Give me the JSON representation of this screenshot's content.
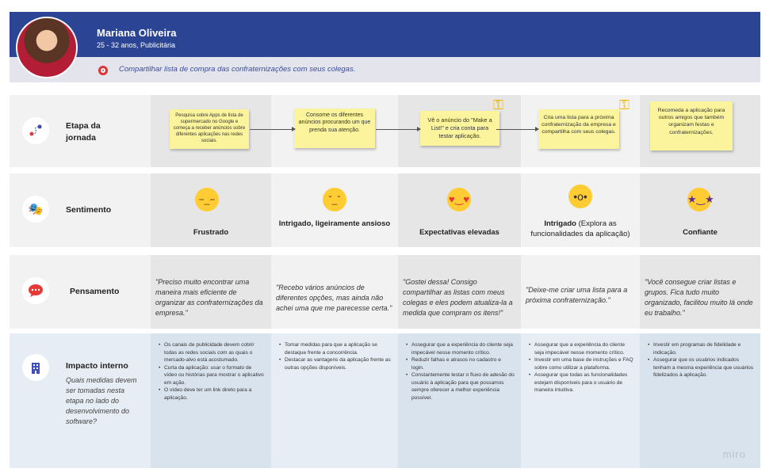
{
  "persona": {
    "name": "Mariana Oliveira",
    "meta": "25 - 32 anos, Publicitária",
    "goal": "Compartilhar lista de compra das confraternizações com seus colegas.",
    "band_color": "#2b4594"
  },
  "rows": {
    "journey": {
      "label_line1": "Etapa da",
      "label_line2": "jornada",
      "icon": "route-map-icon"
    },
    "feeling": {
      "label": "Sentimento",
      "icon": "theater-masks-icon"
    },
    "thought": {
      "label": "Pensamento",
      "icon": "speech-bubble-icon"
    },
    "impact": {
      "label": "Impacto interno",
      "question": "Quais medidas devem ser tomadas nesta etapa no lado do desenvolvimento do software?",
      "icon": "office-building-icon"
    }
  },
  "stages": [
    {
      "sticky": "Pesquisa sobre Apps de lista de supermercado no Google e começa a receber anúncios sobre diferentes aplicações nas redes sociais.",
      "feeling": "Frustrado",
      "feeling_extra": "",
      "emoji": "expressionless-face",
      "thought": "\"Preciso muito encontrar uma maneira mais eficiente de organizar as confraternizações da empresa.\"",
      "impact": [
        "Os canais de publicidade devem cobrir todas as redes sociais com as quais o mercado-alvo está acostumado.",
        "Curta da aplicação: usar o formato de vídeo ou histórias para mostrar o aplicativo em ação.",
        "O vídeo deve ter um link direto para a aplicação."
      ]
    },
    {
      "sticky": "Consome os diferentes anúncios procurando um que prenda sua atenção.",
      "feeling": "Intrigado, ligeiramente ansioso",
      "feeling_extra": "",
      "emoji": "raised-eyebrow-face",
      "thought": "\"Recebo vários anúncios de diferentes opções, mas ainda não achei uma que me parecesse certa.\"",
      "impact": [
        "Tomar medidas para que a aplicação se destaque frente a concorrência.",
        "Destacar as vantagens da aplicação frente as outras opções disponíveis."
      ]
    },
    {
      "sticky": "Vê o anúncio do \"Make a List!\" e cria conta para testar aplicação.",
      "feeling": "Expectativas elevadas",
      "feeling_extra": "",
      "emoji": "heart-eyes-face",
      "thought": "\"Gostei dessa! Consigo compartilhar as listas com meus colegas e eles podem atualiza-la a medida que compram os itens!\"",
      "impact": [
        "Assegurar que a experiência do cliente seja impecável nesse momento crítico.",
        "Reduzir falhas e atrasos no cadastro e login.",
        "Constantemente testar o fluxo de adesão do usuário à aplicação para que possamos sempre oferecer a melhor experiência possível."
      ]
    },
    {
      "sticky": "Cria uma lista para a próxima confraternização da empresa e compartilha com seus colegas.",
      "feeling": "Intrigado",
      "feeling_extra": " (Explora as funcionalidades da aplicação)",
      "emoji": "surprised-face",
      "thought": "\"Deixe-me criar uma lista para a próxima confraternização.\"",
      "impact": [
        "Assegurar que a experiência do cliente seja impecável nesse momento crítico.",
        "Investir em uma base de instruções e FAQ sobre como utilizar a plataforma.",
        "Assegurar que todas as funcionalidades estejam disponíveis para o usuário de maneira intuitiva."
      ]
    },
    {
      "sticky": "Recomeda a aplicação para outros amigos que também organizam festas e confraternizações.",
      "feeling": "Confiante",
      "feeling_extra": "",
      "emoji": "star-struck-face",
      "thought": "\"Você consegue criar listas e grupos. Fica tudo muito organizado, facilitou muito lá onde eu trabalho.\"",
      "impact": [
        "Investir em programas de fidelidade e indicação.",
        "Assegurar que os usuários indicados tenham a mesma experiência que usuários fidelizados à aplicação."
      ]
    }
  ],
  "watermark": "miro"
}
